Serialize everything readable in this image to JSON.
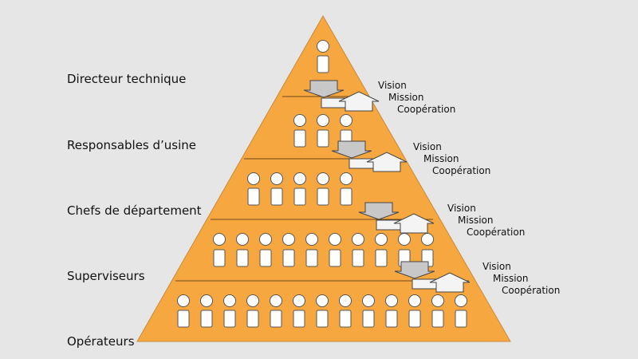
{
  "levels": [
    {
      "label": "Directeur technique",
      "people": 1
    },
    {
      "label": "Responsables d’usine",
      "people": 3
    },
    {
      "label": "Chefs de département",
      "people": 5
    },
    {
      "label": "Superviseurs",
      "people": 10
    },
    {
      "label": "Opérateurs",
      "people": 13
    }
  ],
  "flow_labels": {
    "vision": "Vision",
    "mission": "Mission",
    "cooperation": "Coopération"
  },
  "colors": {
    "background": "#e6e6e6",
    "pyramid": "#f7a740",
    "pyramid_outline": "#c98b3a",
    "divider": "#6d4a1f",
    "down_arrow": "#c8c8c8",
    "up_arrow": "#f4f4f4",
    "person": "#ffffff"
  }
}
